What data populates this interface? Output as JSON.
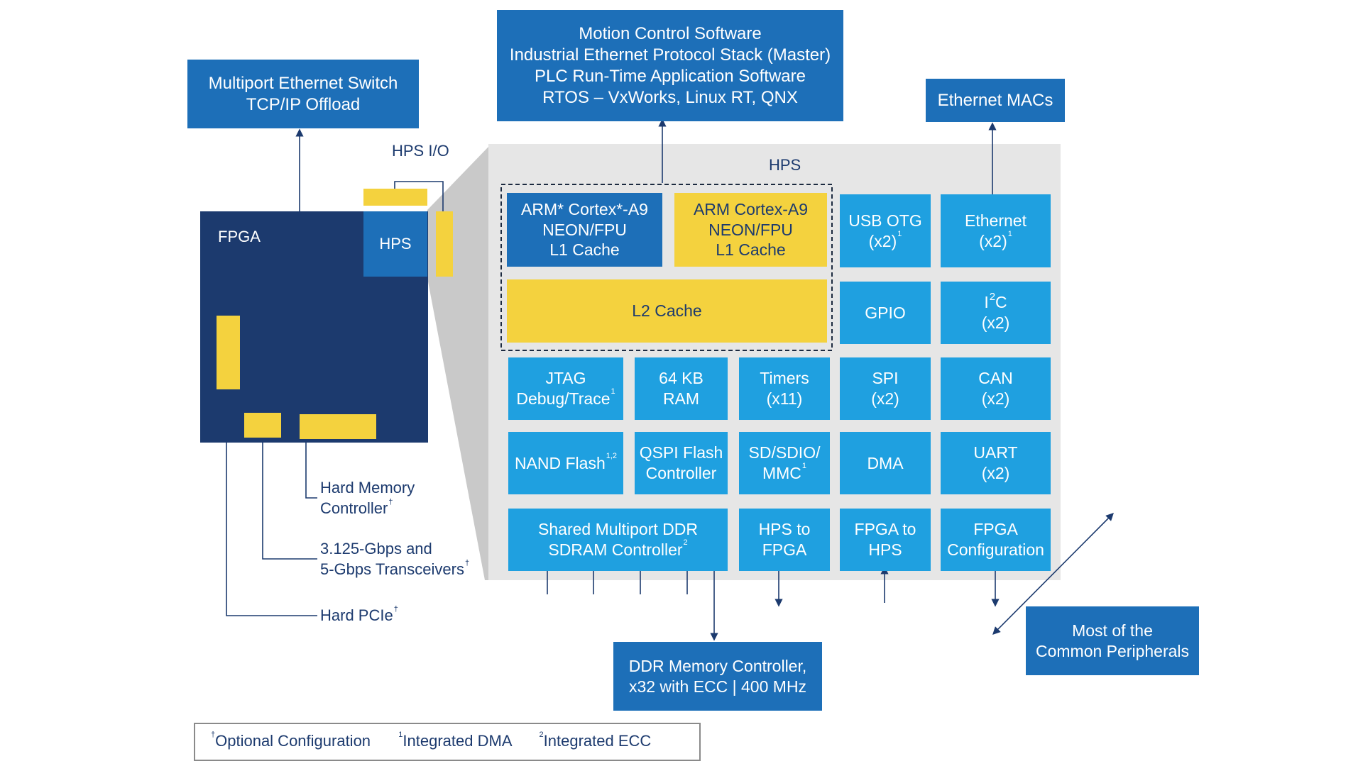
{
  "colors": {
    "dark_blue": "#1d6fb8",
    "navy": "#1c3a6e",
    "cell_blue": "#1fa0e0",
    "yellow": "#f4d23e",
    "panel_gray": "#e6e6e6"
  },
  "top": {
    "ethernet_switch": {
      "line1": "Multiport Ethernet Switch",
      "line2": "TCP/IP Offload"
    },
    "software": {
      "line1": "Motion Control Software",
      "line2": "Industrial Ethernet Protocol Stack (Master)",
      "line3": "PLC Run-Time Application Software",
      "line4": "RTOS – VxWorks, Linux RT, QNX"
    },
    "ethernet_macs": "Ethernet MACs"
  },
  "fpga": {
    "label": "FPGA",
    "hps": "HPS",
    "hps_io": "HPS I/O",
    "callouts": {
      "hard_memory": {
        "line1": "Hard Memory",
        "line2": "Controller",
        "sup": "†"
      },
      "transceivers": {
        "line1": "3.125-Gbps and",
        "line2": "5-Gbps Transceivers",
        "sup": "†"
      },
      "pcie": {
        "line1": "Hard PCIe",
        "sup": "†"
      }
    }
  },
  "hps_panel": {
    "title": "HPS",
    "arm_core_1": {
      "line1": "ARM* Cortex*-A9",
      "line2": "NEON/FPU",
      "line3": "L1 Cache"
    },
    "arm_core_2": {
      "line1": "ARM Cortex-A9",
      "line2": "NEON/FPU",
      "line3": "L1 Cache"
    },
    "l2_cache": "L2 Cache",
    "usb_otg": {
      "line1": "USB OTG",
      "line2": "(x2)",
      "sup": "1"
    },
    "ethernet": {
      "line1": "Ethernet",
      "line2": "(x2)",
      "sup": "1"
    },
    "gpio": "GPIO",
    "i2c": {
      "base": "I",
      "sup": "2",
      "tail": "C",
      "line2": "(x2)"
    },
    "jtag": {
      "line1": "JTAG",
      "line2": "Debug/Trace",
      "sup": "1"
    },
    "ram": {
      "line1": "64 KB",
      "line2": "RAM"
    },
    "timers": {
      "line1": "Timers",
      "line2": "(x11)"
    },
    "spi": {
      "line1": "SPI",
      "line2": "(x2)"
    },
    "can": {
      "line1": "CAN",
      "line2": "(x2)"
    },
    "nand": {
      "line1": "NAND Flash",
      "sup": "1,2"
    },
    "qspi": {
      "line1": "QSPI Flash",
      "line2": "Controller"
    },
    "sd": {
      "line1": "SD/SDIO/",
      "line2": "MMC",
      "sup": "1"
    },
    "dma": "DMA",
    "uart": {
      "line1": "UART",
      "line2": "(x2)"
    },
    "ddr_shared": {
      "line1": "Shared Multiport DDR",
      "line2": "SDRAM Controller",
      "sup": "2"
    },
    "hps_to_fpga": {
      "line1": "HPS to",
      "line2": "FPGA"
    },
    "fpga_to_hps": {
      "line1": "FPGA to",
      "line2": "HPS"
    },
    "fpga_config": {
      "line1": "FPGA",
      "line2": "Configuration"
    }
  },
  "bottom": {
    "ddr_controller": {
      "line1": "DDR Memory Controller,",
      "line2": "x32 with ECC | 400 MHz"
    },
    "peripherals": {
      "line1": "Most of the",
      "line2": "Common Peripherals"
    }
  },
  "legend": {
    "optional": {
      "sup": "†",
      "text": "Optional Configuration"
    },
    "dma": {
      "sup": "1",
      "text": "Integrated DMA"
    },
    "ecc": {
      "sup": "2",
      "text": "Integrated ECC"
    }
  }
}
